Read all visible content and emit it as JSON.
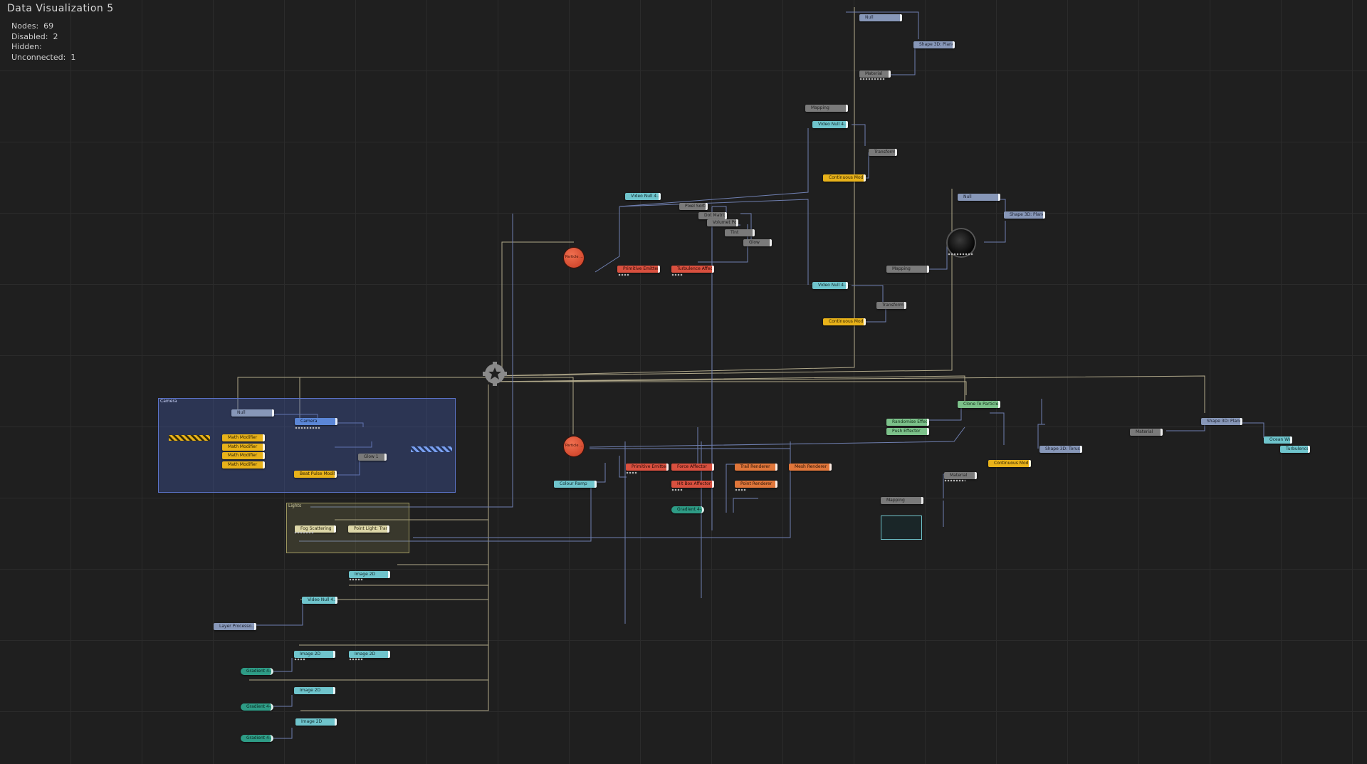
{
  "title": "Data  Visualization  5",
  "stats": [
    {
      "label": "Nodes:",
      "value": "69"
    },
    {
      "label": "Disabled:",
      "value": "2"
    },
    {
      "label": "Hidden:",
      "value": ""
    },
    {
      "label": "Unconnected:",
      "value": "1"
    }
  ],
  "groups": {
    "camera": "Camera",
    "lights": "Lights"
  },
  "nodes": {
    "null_top": "Null",
    "shape3d_plane_top": "Shape 3D: Plane",
    "material_top": "Material",
    "mapping_top": "Mapping",
    "video_null_top1": "Video Null 4...",
    "transform_top": "Transform 1...",
    "cont_mod_top": "Continuous Modifier",
    "video_null_center": "Video Null 4...",
    "pixel_sort": "Pixel Sortin...",
    "dot_matrix": "Dot Matrix",
    "volume_points": "Volumet Points",
    "tint": "Tint",
    "glow": "Glow",
    "null_right": "Null",
    "shape3d_plane_right": "Shape 3D: Plane",
    "mapping_mid": "Mapping",
    "video_null_mid": "Video Null 4...",
    "transform_mid": "Transform 1...",
    "cont_mod_mid": "Continuous Modifier",
    "particle_emitter_top": "Particle ...",
    "primitive_emitter": "Primitive Emitter",
    "turbulence_affector_top": "Turbulence Affector",
    "null_cam": "Null",
    "camera": "Camera",
    "math_mod_1": "Math Modifier",
    "math_mod_2": "Math Modifier",
    "math_mod_3": "Math Modifier",
    "math_mod_4": "Math Modifier",
    "beat_pulse": "Beat Pulse Modifier",
    "glow_cam": "Glow 1",
    "fog": "Fog Scattering",
    "point_light": "Point Light: Trans...",
    "particle_emitter_mid": "Particle ...",
    "primitive_emitter_2": "Primitive Emitter",
    "force_affector": "Force Affector",
    "trail_renderer": "Trail Renderer",
    "mesh_renderer": "Mesh Renderer",
    "hit_box_affector": "Hit Box Affector",
    "point_renderer": "Point Renderer",
    "colour_ramp": "Colour Ramp",
    "gradient_mid": "Gradient 4-...",
    "clone_to_particles": "Clone To Particles",
    "randomise_effector": "Randomise Effector",
    "push_effector": "Push Effector",
    "shape3d_torus": "Shape 3D: Torus",
    "continuous_mod_r": "Continuous Modifier",
    "material_r": "Material",
    "mapping_r": "Mapping",
    "material_far": "Material",
    "shape3d_plane_far": "Shape 3D: Plane",
    "ocean_water": "Ocean Wat...",
    "turbulence_far": "Turbulence ...",
    "image2d_1": "Image 2D",
    "video_null_low": "Video Null 4...",
    "layer_processor": "Layer Processo... 1",
    "image2d_2": "Image 2D",
    "image2d_3": "Image 2D",
    "gradient_1": "Gradient 4-...",
    "image2d_4": "Image 2D",
    "gradient_2": "Gradient 4-...",
    "image2d_5": "Image 2D",
    "gradient_3": "Gradient 4-..."
  }
}
